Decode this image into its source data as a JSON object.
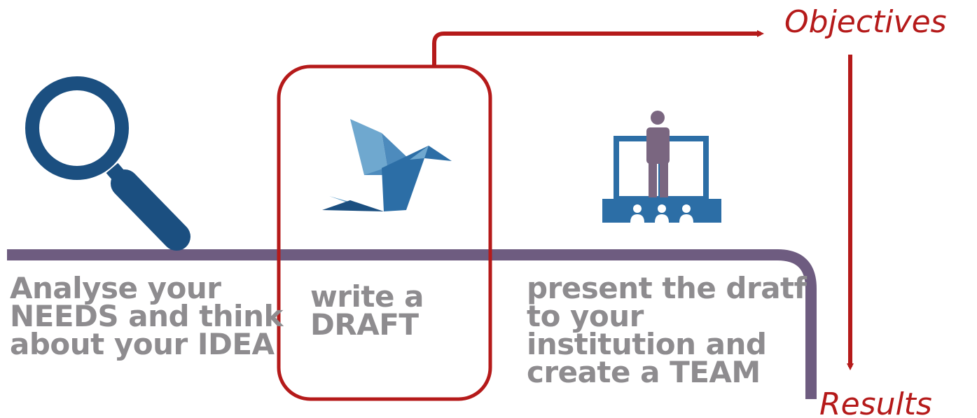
{
  "steps": [
    {
      "icon": "magnifying-glass-icon",
      "lines": [
        "Analyse your",
        "NEEDS and think",
        "about your IDEA"
      ]
    },
    {
      "icon": "origami-bird-icon",
      "lines": [
        "write a",
        "DRAFT"
      ]
    },
    {
      "icon": "presenter-icon",
      "lines": [
        "present the dratf",
        "to your",
        "institution and",
        "create a TEAM"
      ]
    }
  ],
  "callouts": {
    "objectives": "Objectives",
    "results": "Results"
  },
  "colors": {
    "timeline": "#6e5c80",
    "highlight": "#b51a1a",
    "icon_dark_blue": "#1b4f80",
    "icon_mid_blue": "#2c6ea6",
    "icon_light_blue": "#6fa8cf",
    "presenter_purple": "#7a6680",
    "label_gray": "#8e8c8f"
  }
}
